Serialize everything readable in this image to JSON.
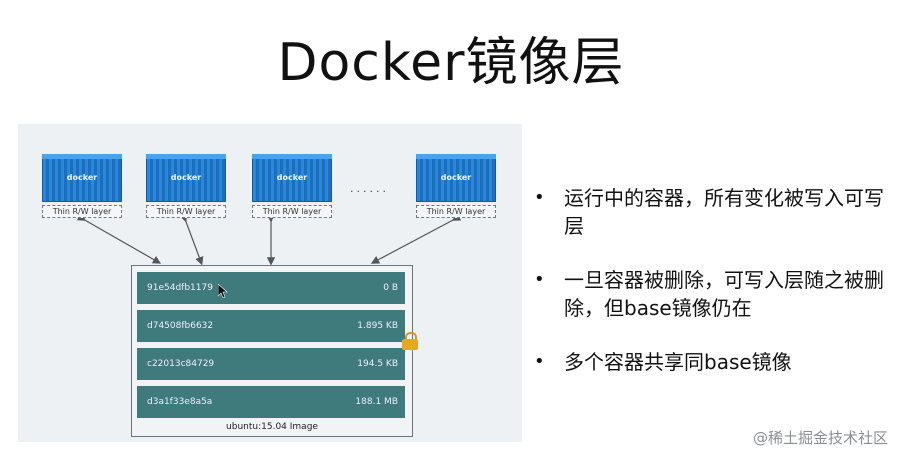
{
  "title": "Docker镜像层",
  "diagram": {
    "containers": [
      {
        "logo": "docker",
        "layer_label": "Thin R/W layer"
      },
      {
        "logo": "docker",
        "layer_label": "Thin R/W layer"
      },
      {
        "logo": "docker",
        "layer_label": "Thin R/W layer"
      },
      {
        "logo": "docker",
        "layer_label": "Thin R/W layer"
      }
    ],
    "ellipsis": "......",
    "image_layers": [
      {
        "id": "91e54dfb1179",
        "size": "0 B"
      },
      {
        "id": "d74508fb6632",
        "size": "1.895 KB"
      },
      {
        "id": "c22013c84729",
        "size": "194.5 KB"
      },
      {
        "id": "d3a1f33e8a5a",
        "size": "188.1 MB"
      }
    ],
    "image_label": "ubuntu:15.04 Image",
    "lock_icon": "lock-icon",
    "lock_color": "#e8a721",
    "row_color": "#3f7a7d"
  },
  "bullets": [
    {
      "dot": "•",
      "text": "运行中的容器，所有变化被写入可写层"
    },
    {
      "dot": "•",
      "text": "一旦容器被删除，可写入层随之被删除，但base镜像仍在"
    },
    {
      "dot": "•",
      "text": "多个容器共享同base镜像"
    }
  ],
  "watermark": "@稀土掘金技术社区"
}
